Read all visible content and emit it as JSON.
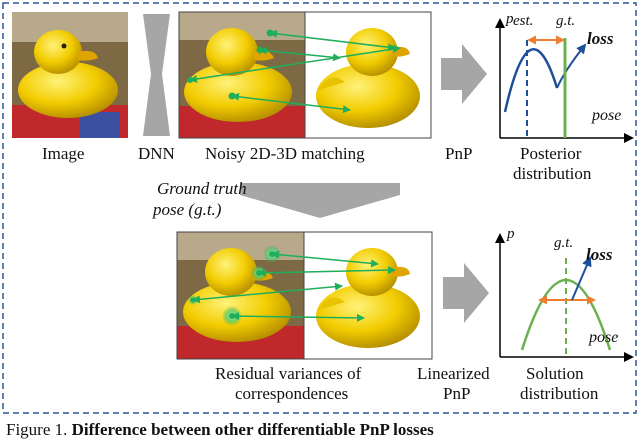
{
  "top_row": {
    "image_label": "Image",
    "dnn_label": "DNN",
    "matching_label": "Noisy 2D-3D matching",
    "pnp_label": "PnP",
    "posterior_label_line1": "Posterior",
    "posterior_label_line2": "distribution"
  },
  "top_plot": {
    "y_axis": "p",
    "x_axis": "pose",
    "est_label": "est.",
    "gt_label": "g.t.",
    "loss_label": "loss"
  },
  "ground_truth_label_line1": "Ground truth",
  "ground_truth_label_line2": "pose (g.t.)",
  "bottom_row": {
    "residual_label_line1": "Residual variances of",
    "residual_label_line2": "correspondences",
    "linearized_label_line1": "Linearized",
    "linearized_label_line2": "PnP",
    "solution_label_line1": "Solution",
    "solution_label_line2": "distribution"
  },
  "bottom_plot": {
    "y_axis": "p",
    "x_axis": "pose",
    "gt_label": "g.t.",
    "loss_label": "loss"
  },
  "caption": {
    "prefix": "Figure 1.",
    "bold": "Difference between other differentiable PnP losses"
  },
  "colors": {
    "frame_dash": "#2f5597",
    "arrow_gray": "#a6a6a6",
    "match_green": "#1fae5b",
    "curve_blue": "#1f4e9a",
    "curve_green": "#6ab04c",
    "orange": "#ed7d31",
    "duck_yellow": "#f2d000"
  }
}
